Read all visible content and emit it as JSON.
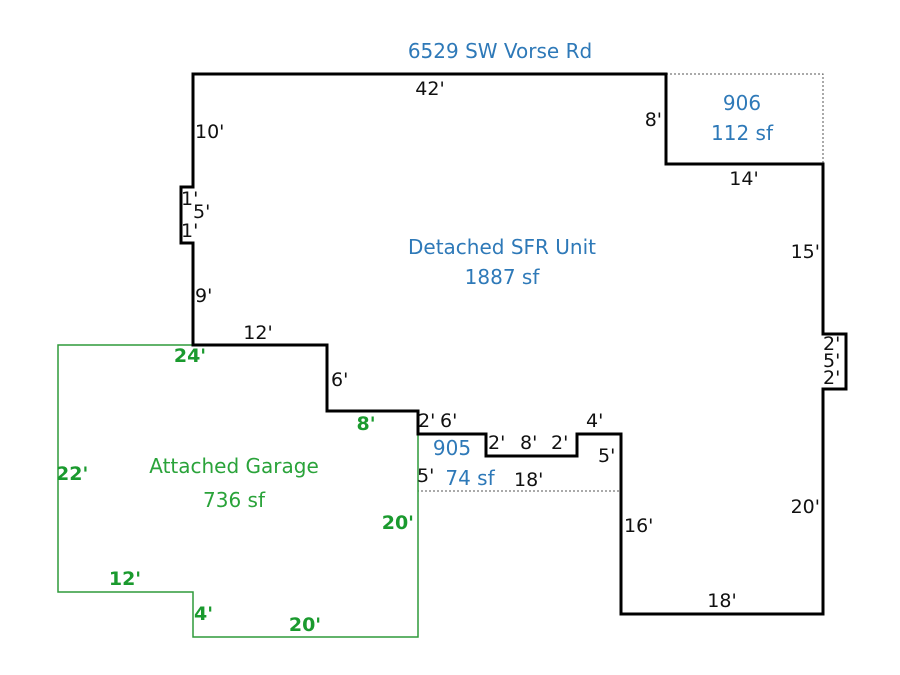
{
  "address": "6529 SW Vorse Rd",
  "colors": {
    "house_outline": "#000000",
    "garage_outline": "#2f9a3a",
    "blue_label": "#2e79b8",
    "green_label": "#2aa33a"
  },
  "main_unit": {
    "name": "Detached SFR Unit",
    "area": "1887 sf"
  },
  "garage": {
    "name": "Attached Garage",
    "area": "736 sf"
  },
  "area_906": {
    "id": "906",
    "area": "112 sf"
  },
  "area_905": {
    "id": "905",
    "area": "74 sf"
  },
  "house_dims": {
    "top": "42'",
    "left_upper": "10'",
    "notch_left_a": "1'",
    "notch_left_b": "5'",
    "notch_left_c": "1'",
    "left_lower": "9'",
    "step_12": "12'",
    "step_6": "6'",
    "step_2": "2'",
    "step_6b": "6'",
    "step_2c": "2'",
    "step_8": "8'",
    "step_2d": "2'",
    "step_4": "4'",
    "step_5": "5'",
    "left_16": "16'",
    "bottom_18": "18'",
    "right_20": "20'",
    "notch_right_a": "2'",
    "notch_right_b": "5'",
    "notch_right_c": "2'",
    "right_15": "15'",
    "inner_14": "14'",
    "inner_8": "8'",
    "porch_5": "5'",
    "porch_18": "18'"
  },
  "garage_dims": {
    "top": "24'",
    "step_8": "8'",
    "right": "20'",
    "bottom": "20'",
    "step_4": "4'",
    "step_12": "12'",
    "left": "22'"
  }
}
